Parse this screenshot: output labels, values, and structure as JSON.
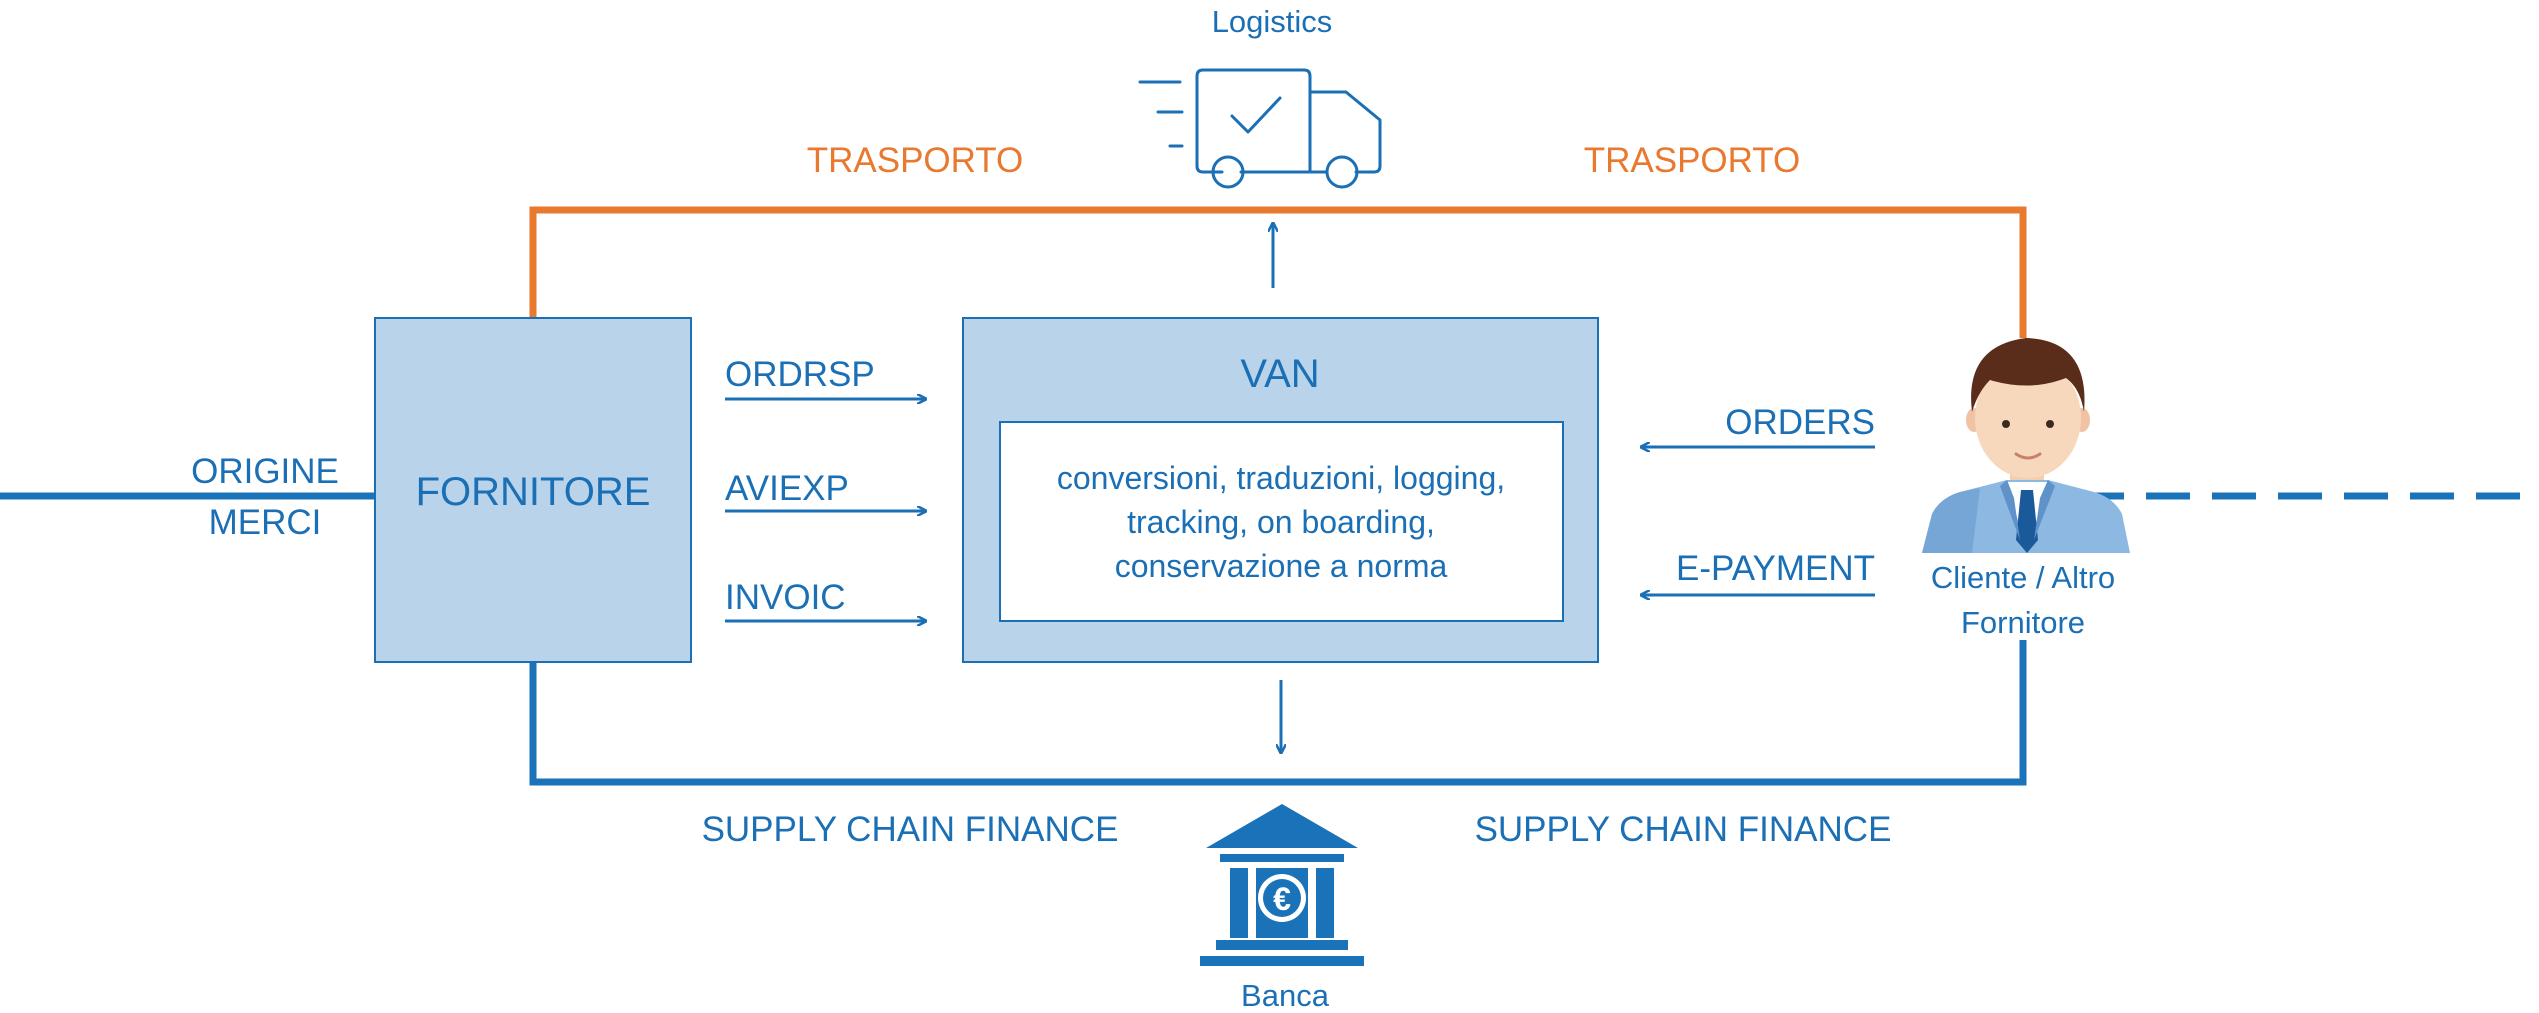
{
  "logistics": {
    "label": "Logistics",
    "icon": "delivery-truck-icon"
  },
  "transport": {
    "left_label": "TRASPORTO",
    "right_label": "TRASPORTO"
  },
  "origin": {
    "line1": "ORIGINE",
    "line2": "MERCI"
  },
  "supplier": {
    "label": "FORNITORE"
  },
  "outgoing_messages": [
    "ORDRSP",
    "AVIEXP",
    "INVOIC"
  ],
  "van": {
    "title": "VAN",
    "services": [
      "conversioni, traduzioni, logging,",
      "tracking, on boarding,",
      "conservazione a norma"
    ]
  },
  "incoming_messages": [
    "ORDERS",
    "E-PAYMENT"
  ],
  "customer": {
    "line1": "Cliente / Altro",
    "line2": "Fornitore",
    "icon": "businessman-avatar-icon"
  },
  "finance": {
    "left_label": "SUPPLY CHAIN FINANCE",
    "right_label": "SUPPLY CHAIN FINANCE"
  },
  "bank": {
    "label": "Banca",
    "icon": "bank-euro-icon"
  },
  "colors": {
    "blue": "#1b6fb5",
    "line_blue": "#1a73b8",
    "orange": "#e8792e",
    "box_fill": "#b8d3ea",
    "box_border": "#1b6fb5"
  }
}
